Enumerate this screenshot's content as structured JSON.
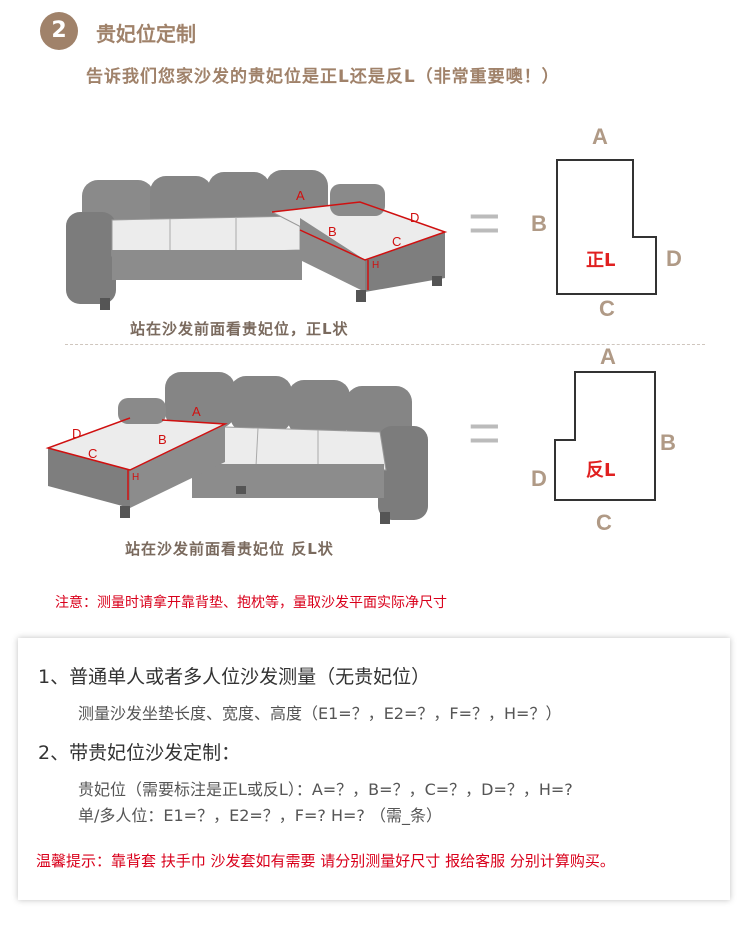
{
  "header": {
    "step_number": "2",
    "title": "贵妃位定制",
    "subtitle": "告诉我们您家沙发的贵妃位是正L还是反L（非常重要噢！）"
  },
  "diagram_right": {
    "caption": "站在沙发前面看贵妃位，正L状",
    "shape_label": "正L",
    "labels": {
      "a": "A",
      "b": "B",
      "c": "C",
      "d": "D"
    },
    "sofa_labels": {
      "a": "A",
      "b": "B",
      "c": "C",
      "d": "D",
      "h": "H"
    }
  },
  "diagram_left": {
    "caption": "站在沙发前面看贵妃位 反L状",
    "shape_label": "反L",
    "labels": {
      "a": "A",
      "b": "B",
      "c": "C",
      "d": "D"
    },
    "sofa_labels": {
      "a": "A",
      "b": "B",
      "c": "C",
      "d": "D",
      "h": "H"
    }
  },
  "equals_sign": "=",
  "notice": "注意：测量时请拿开靠背垫、抱枕等，量取沙发平面实际净尺寸",
  "panel": {
    "item1_title": "1、普通单人或者多人位沙发测量（无贵妃位）",
    "item1_detail": "测量沙发坐垫长度、宽度、高度（E1=？，E2=？，F=？，H=？）",
    "item2_title": "2、带贵妃位沙发定制：",
    "item2_line1": "贵妃位（需要标注是正L或反L）：A=？，B=？，C=？，D=？，H=?",
    "item2_line2": "单/多人位：E1=？，E2=？，F=? H=? （需_条）",
    "tip": "温馨提示：靠背套 扶手巾 沙发套如有需要 请分别测量好尺寸 报给客服 分别计算购买。"
  }
}
